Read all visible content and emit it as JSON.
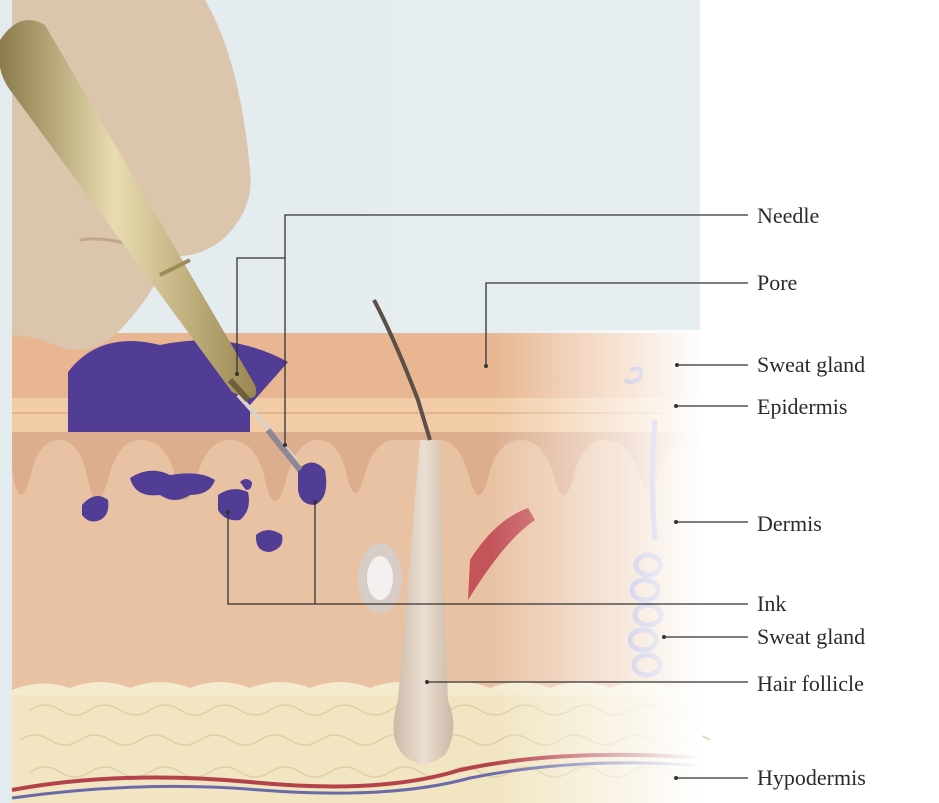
{
  "labels": {
    "needle": "Needle",
    "pore": "Pore",
    "sweat_gland_upper": "Sweat gland",
    "epidermis": "Epidermis",
    "dermis": "Dermis",
    "ink": "Ink",
    "sweat_gland_lower": "Sweat gland",
    "hair_follicle": "Hair follicle",
    "hypodermis": "Hypodermis"
  },
  "colors": {
    "background": "#e4ecef",
    "skin_surface": "#e8b791",
    "epidermis_band": "#f2cda8",
    "dermis": "#e9c1a4",
    "hypodermis": "#f1e6c4",
    "ink": "#523d96",
    "leader_line": "#333333"
  },
  "icons": {
    "hand": "hand-holding-tattoo-machine",
    "tattoo_machine": "tattoo-machine"
  }
}
